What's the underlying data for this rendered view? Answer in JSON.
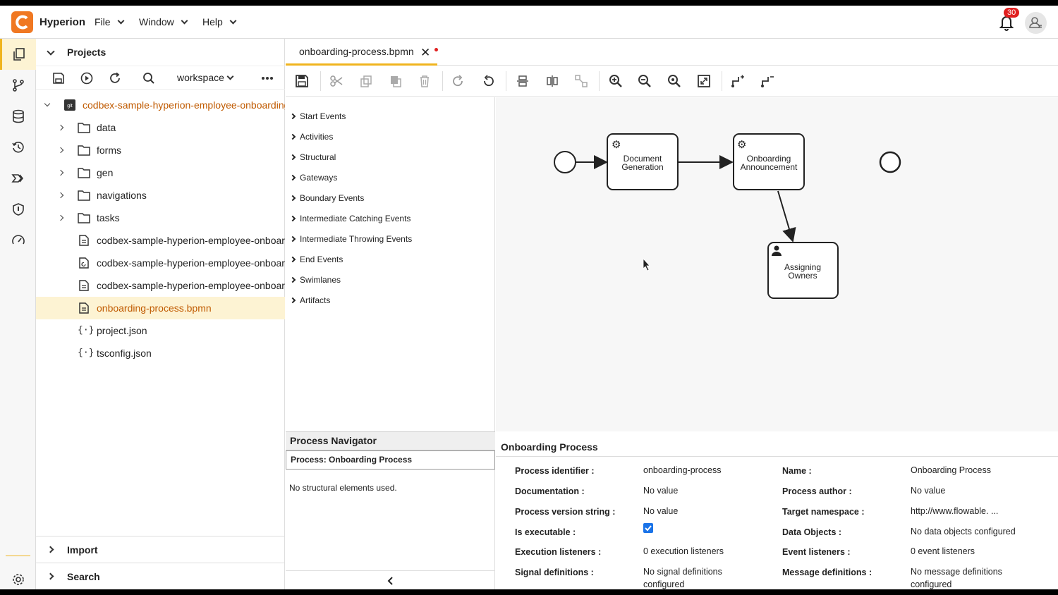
{
  "app": {
    "name": "Hyperion",
    "notifications_count": "30"
  },
  "menu": {
    "file": "File",
    "window": "Window",
    "help": "Help"
  },
  "projects": {
    "title": "Projects",
    "workspace": "workspace",
    "tree": [
      {
        "label": "codbex-sample-hyperion-employee-onboarding",
        "type": "git-root"
      },
      {
        "label": "data",
        "type": "folder"
      },
      {
        "label": "forms",
        "type": "folder"
      },
      {
        "label": "gen",
        "type": "folder"
      },
      {
        "label": "navigations",
        "type": "folder"
      },
      {
        "label": "tasks",
        "type": "folder"
      },
      {
        "label": "codbex-sample-hyperion-employee-onboarding",
        "type": "file"
      },
      {
        "label": "codbex-sample-hyperion-employee-onboarding",
        "type": "file-alt"
      },
      {
        "label": "codbex-sample-hyperion-employee-onboarding",
        "type": "file"
      },
      {
        "label": "onboarding-process.bpmn",
        "type": "file",
        "selected": true
      },
      {
        "label": "project.json",
        "type": "json"
      },
      {
        "label": "tsconfig.json",
        "type": "json"
      }
    ],
    "import_label": "Import",
    "search_label": "Search"
  },
  "editor": {
    "tab_label": "onboarding-process.bpmn",
    "palette": [
      "Start Events",
      "Activities",
      "Structural",
      "Gateways",
      "Boundary Events",
      "Intermediate Catching Events",
      "Intermediate Throwing Events",
      "End Events",
      "Swimlanes",
      "Artifacts"
    ],
    "diagram": {
      "task1": [
        "Document",
        "Generation"
      ],
      "task2": [
        "Onboarding",
        "Announcement"
      ],
      "task3": [
        "Assigning",
        "Owners"
      ]
    }
  },
  "navigator": {
    "title": "Process Navigator",
    "process": "Process: Onboarding Process",
    "empty": "No structural elements used."
  },
  "properties": {
    "title": "Onboarding Process",
    "left": [
      {
        "label": "Process identifier :",
        "value": "onboarding-process"
      },
      {
        "label": "Documentation :",
        "value": "No value"
      },
      {
        "label": "Process version string :",
        "value": "No value"
      },
      {
        "label": "Is executable :",
        "value": "",
        "checked": true
      },
      {
        "label": "Execution listeners :",
        "value": "0 execution listeners"
      },
      {
        "label": "Signal definitions :",
        "value": "No signal definitions configured"
      }
    ],
    "right": [
      {
        "label": "Name :",
        "value": "Onboarding Process"
      },
      {
        "label": "Process author :",
        "value": "No value"
      },
      {
        "label": "Target namespace :",
        "value": "http://www.flowable. ..."
      },
      {
        "label": "Data Objects :",
        "value": "No data objects configured"
      },
      {
        "label": "Event listeners :",
        "value": "0 event listeners"
      },
      {
        "label": "Message definitions :",
        "value": "No message definitions configured"
      }
    ]
  },
  "colors": {
    "accent": "#f0b41e",
    "brand": "#f07822",
    "selected_text": "#c05a00",
    "checkbox": "#1a73e8"
  }
}
